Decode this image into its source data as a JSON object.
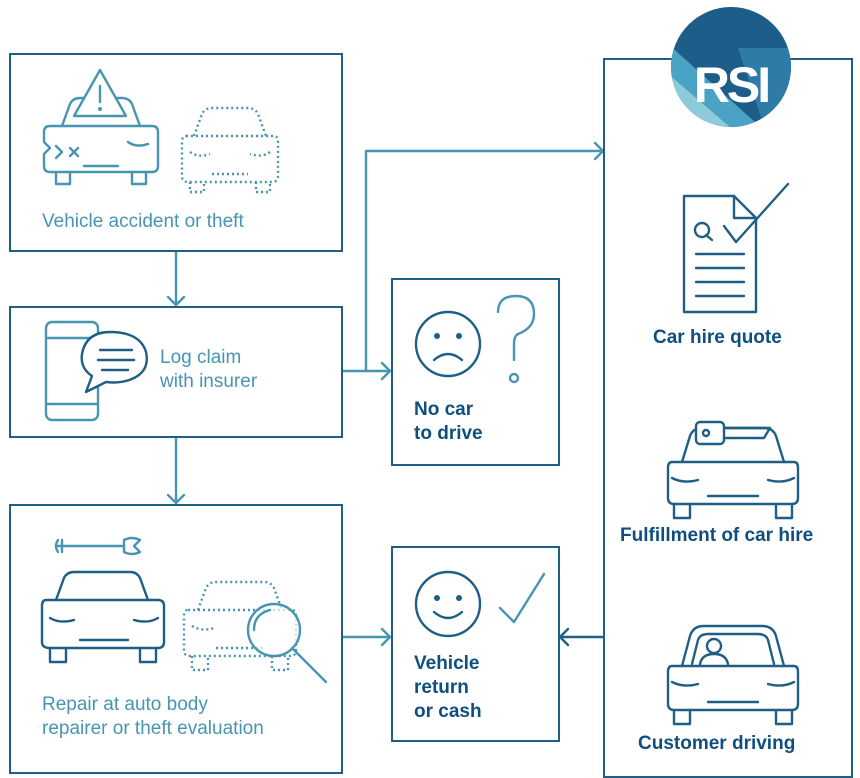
{
  "steps": {
    "accident": "Vehicle accident or theft",
    "log_claim_1": "Log claim",
    "log_claim_2": "with insurer",
    "repair_1": "Repair at auto body",
    "repair_2": "repairer or theft evaluation"
  },
  "outcomes": {
    "no_car_1": "No car",
    "no_car_2": "to drive",
    "return_1": "Vehicle",
    "return_2": "return",
    "return_3": "or cash"
  },
  "rsi": {
    "logo": "RSI",
    "quote": "Car hire quote",
    "fulfillment": "Fulfillment of car hire",
    "driving": "Customer driving"
  },
  "colors": {
    "dark": "#1f5f85",
    "light": "#4795b3",
    "logo_bg": "#1c5d8a"
  },
  "icons": [
    "car-crash-icon",
    "warning-icon",
    "dotted-car-icon",
    "phone-chat-icon",
    "sad-face-icon",
    "question-icon",
    "document-check-icon",
    "car-key-icon",
    "car-driver-icon",
    "car-wrench-icon",
    "magnifier-icon",
    "smile-face-icon",
    "checkmark-icon"
  ]
}
